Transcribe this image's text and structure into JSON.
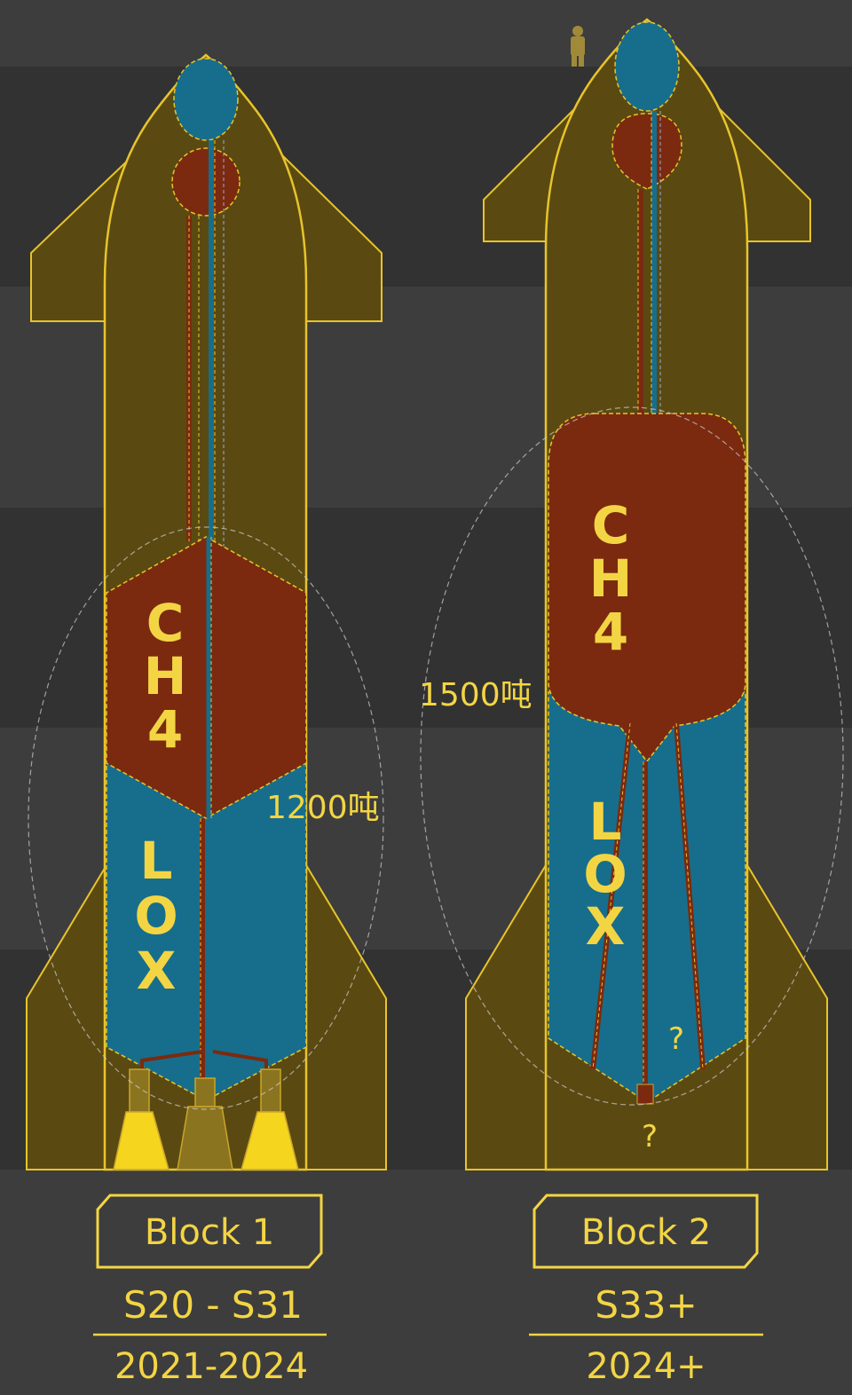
{
  "colors": {
    "background_dark": "#323232",
    "background_light": "#454545",
    "hull": "#5a4a12",
    "hull_outline": "#e8c42a",
    "methane_tank": "#7b2a10",
    "oxygen_tank": "#176e8c",
    "text": "#f3d544",
    "capacity_text": "#f3d544"
  },
  "left": {
    "ch4_letters": [
      "C",
      "H",
      "4"
    ],
    "lox_letters": [
      "L",
      "O",
      "X"
    ],
    "capacity": "1200吨",
    "badge": "Block 1",
    "serials": "S20 - S31",
    "years": "2021-2024"
  },
  "right": {
    "ch4_letters": [
      "C",
      "H",
      "4"
    ],
    "lox_letters": [
      "L",
      "O",
      "X"
    ],
    "capacity": "1500吨",
    "unknown_marks": [
      "?",
      "?"
    ],
    "badge": "Block 2",
    "serials": "S33+",
    "years": "2024+"
  }
}
